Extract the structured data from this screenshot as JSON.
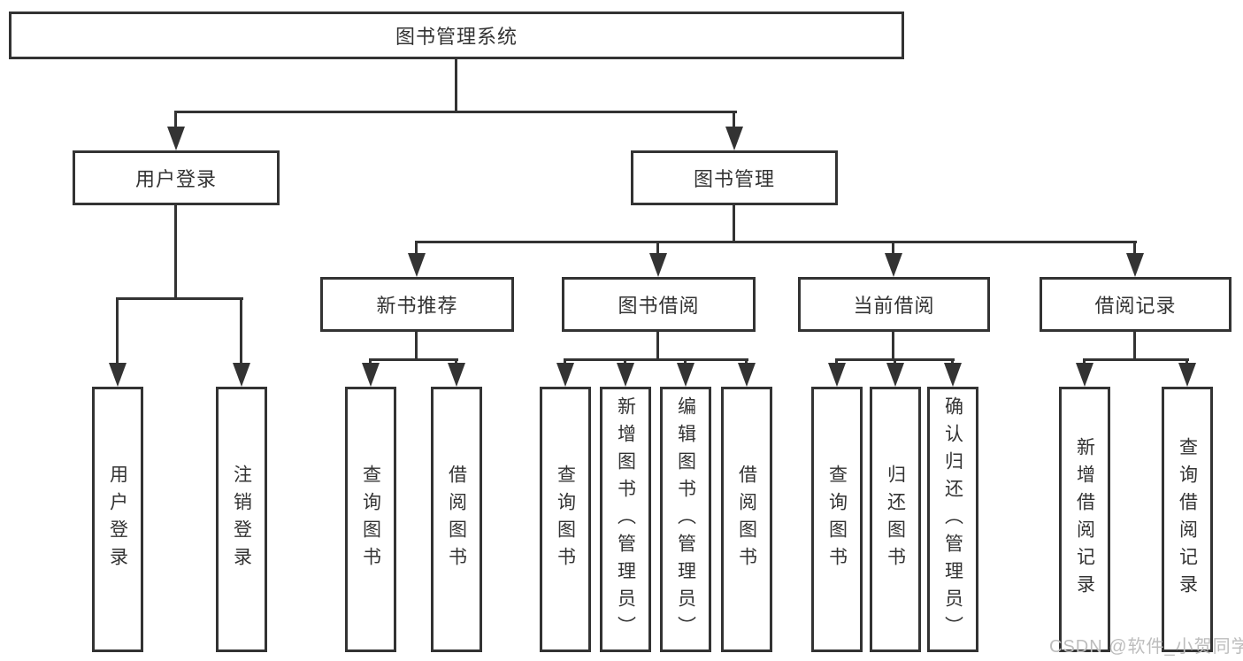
{
  "colors": {
    "line": "#333333",
    "text": "#333333",
    "watermark": "#bdbdbd",
    "background": "#ffffff"
  },
  "diagram": {
    "root": {
      "label": "图书管理系统"
    },
    "branches": [
      {
        "label": "用户登录",
        "leaves": [
          "用户登录",
          "注销登录"
        ]
      },
      {
        "label": "图书管理",
        "groups": [
          {
            "label": "新书推荐",
            "leaves": [
              "查询图书",
              "借阅图书"
            ]
          },
          {
            "label": "图书借阅",
            "leaves": [
              "查询图书",
              "新增图书（管理员）",
              "编辑图书（管理员）",
              "借阅图书"
            ]
          },
          {
            "label": "当前借阅",
            "leaves": [
              "查询图书",
              "归还图书",
              "确认归还（管理员）"
            ]
          },
          {
            "label": "借阅记录",
            "leaves": [
              "新增借阅记录",
              "查询借阅记录"
            ]
          }
        ]
      }
    ]
  },
  "watermark": {
    "text": "CSDN @软件_小贺同学"
  }
}
